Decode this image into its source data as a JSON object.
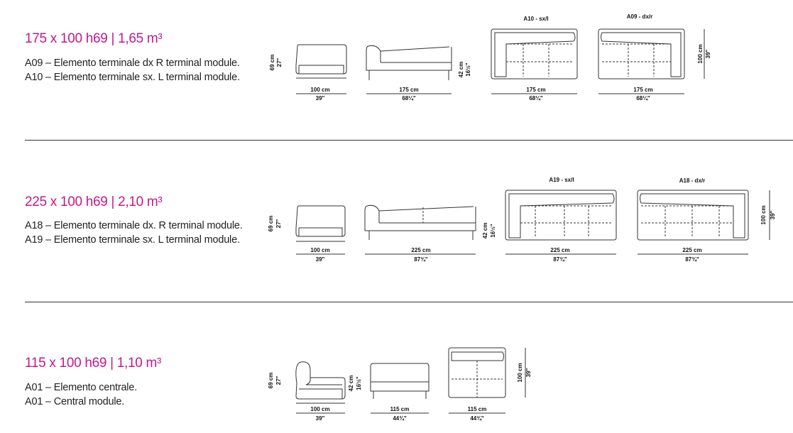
{
  "sections": [
    {
      "title": "175 x 100 h69  |  1,65 m³",
      "lines": [
        "A09 – Elemento terminale dx R terminal module.",
        "A10 – Elemento terminale sx. L terminal module."
      ],
      "side_w_cm": "100 cm",
      "side_w_in": "39\"",
      "h_cm": "69 cm",
      "h_in": "27\"",
      "seat_cm": "42 cm",
      "seat_in": "16½\"",
      "front_w_cm": "175 cm",
      "front_w_in": "68¼\"",
      "plan_left_label": "A10 - sx/l",
      "plan_left_w_cm": "175 cm",
      "plan_left_w_in": "68¼\"",
      "plan_right_label": "A09 - dx/r",
      "plan_right_w_cm": "175 cm",
      "plan_right_w_in": "68¼\"",
      "depth_cm": "100 cm",
      "depth_in": "39\""
    },
    {
      "title": "225 x 100 h69  |  2,10 m³",
      "lines": [
        "A18 – Elemento terminale dx. R terminal module.",
        "A19 – Elemento terminale sx. L terminal module."
      ],
      "side_w_cm": "100 cm",
      "side_w_in": "39\"",
      "h_cm": "69 cm",
      "h_in": "27\"",
      "seat_cm": "42 cm",
      "seat_in": "16½\"",
      "front_w_cm": "225 cm",
      "front_w_in": "87¾\"",
      "plan_left_label": "A19 - sx/l",
      "plan_left_w_cm": "225 cm",
      "plan_left_w_in": "87¾\"",
      "plan_right_label": "A18 - dx/r",
      "plan_right_w_cm": "225 cm",
      "plan_right_w_in": "87¾\"",
      "depth_cm": "100 cm",
      "depth_in": "39\""
    },
    {
      "title": "115 x 100 h69  |  1,10 m³",
      "lines": [
        "A01 – Elemento centrale.",
        "A01 – Central module."
      ],
      "side_w_cm": "100 cm",
      "side_w_in": "39\"",
      "h_cm": "69 cm",
      "h_in": "27\"",
      "seat_cm": "42 cm",
      "seat_in": "16½\"",
      "front_w_cm": "115 cm",
      "front_w_in": "44¾\"",
      "plan_w_cm": "115 cm",
      "plan_w_in": "44¾\"",
      "depth_cm": "100 cm",
      "depth_in": "39\""
    }
  ],
  "colors": {
    "title": "#c2188b",
    "line": "#333333"
  }
}
